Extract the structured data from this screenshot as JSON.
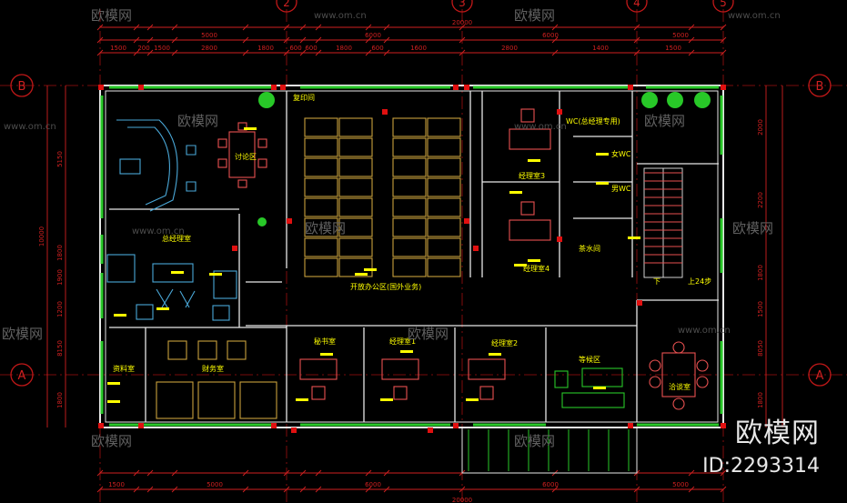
{
  "axes": {
    "top": [
      "2",
      "3",
      "4",
      "5"
    ],
    "left": [
      "B",
      "A"
    ],
    "right": [
      "B",
      "A"
    ]
  },
  "dims": {
    "top_total": "20000",
    "top_row1": [
      "5000",
      "6000",
      "6000",
      "5000"
    ],
    "top_row2": [
      "1500",
      "200",
      "1500",
      "2800",
      "1800",
      "600",
      "600",
      "1800",
      "600",
      "1600",
      "2800",
      "1400",
      "1500"
    ],
    "bottom_total": "20000",
    "bottom_row": [
      "1500",
      "5000",
      "6000",
      "6000",
      "5000"
    ],
    "left_total": "10000",
    "left_segments": [
      "5150",
      "1800",
      "1900",
      "1200",
      "8150",
      "1800"
    ],
    "right_segments": [
      "2000",
      "2200",
      "1800",
      "1500",
      "8050",
      "1800"
    ]
  },
  "rooms": {
    "meeting_area": "讨论区",
    "gm_office": "总经理室",
    "open_office": "开放办公区(国外业务)",
    "finance": "财务室",
    "archive": "资料室",
    "secretary": "秘书室",
    "manager1": "经理室1",
    "manager2": "经理室2",
    "manager3": "经理室3",
    "manager4": "经理室4",
    "wc_exec": "WC(总经理专用)",
    "wc_female": "女WC",
    "wc_male": "男WC",
    "tea_room": "茶水间",
    "waiting": "等候区",
    "negotiation": "洽谈室",
    "stairs_up": "上24步",
    "stair_marker": "下",
    "copy_room": "复印间"
  },
  "watermark": {
    "site": "www.om.cn",
    "brand": "欧模网",
    "id": "ID:2293314"
  },
  "colors": {
    "grid": "#c01818",
    "walls": "#ffffff",
    "dims": "#d02020",
    "furniture": "#c8a03c",
    "green": "#28c828",
    "marker_yellow": "#ffff00",
    "label": "#ffff00"
  }
}
